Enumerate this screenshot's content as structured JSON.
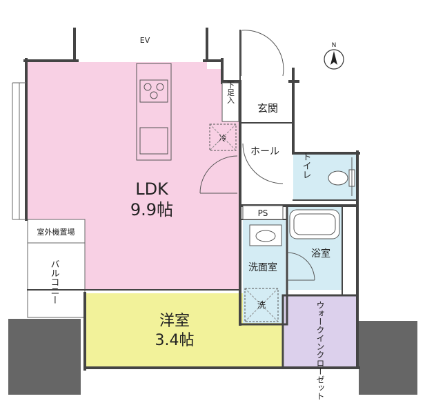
{
  "labels": {
    "ev": "EV",
    "ldk_name": "LDK",
    "ldk_size": "9.9帖",
    "western_name": "洋室",
    "western_size": "3.4帖",
    "shoe_storage": "下足入",
    "entrance": "玄関",
    "hall": "ホール",
    "toilet": "トイレ",
    "ps": "PS",
    "bathroom": "浴室",
    "washroom": "洗面室",
    "walk_in_closet": "ウォークインクローゼット",
    "outdoor_unit": "室外機置場",
    "balcony": "バルコニー",
    "fridge": "冷",
    "washer": "洗",
    "north": "N"
  },
  "colors": {
    "ldk": "#f8d0e4",
    "western_room": "#f2f29a",
    "water_rooms": "#d4ecf4",
    "closet": "#dcd0ec",
    "walls": "#444444",
    "outside_block": "#666666"
  }
}
